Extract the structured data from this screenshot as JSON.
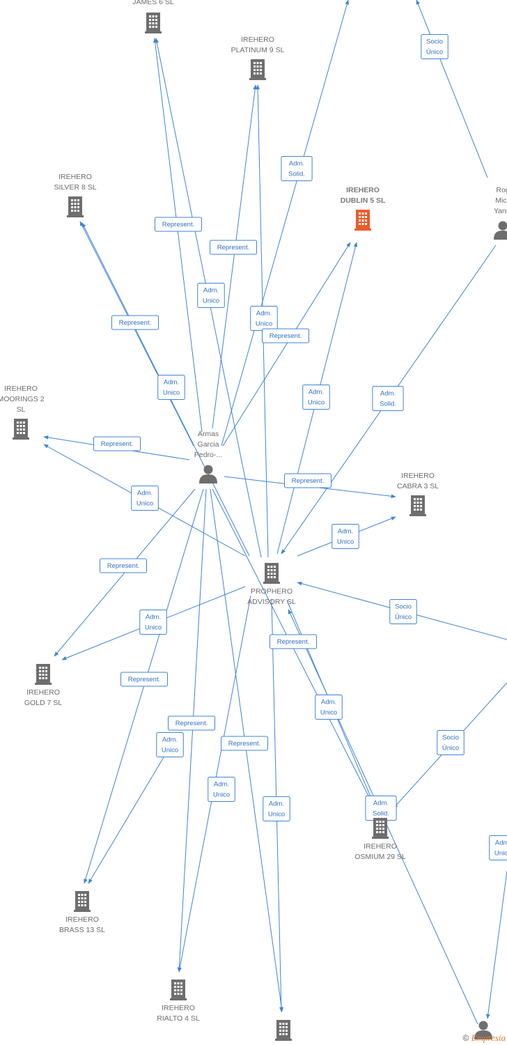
{
  "colors": {
    "edge": "#3f83d6",
    "company": "#6e6e6e",
    "highlight": "#ef5a2a",
    "person": "#6e6e6e"
  },
  "nodes": [
    {
      "id": "james6",
      "type": "company",
      "label": [
        "IREHERO",
        "JAMES 6  SL"
      ]
    },
    {
      "id": "platinum9",
      "type": "company",
      "label": [
        "IREHERO",
        "PLATINUM 9  SL"
      ]
    },
    {
      "id": "silver8",
      "type": "company",
      "label": [
        "IREHERO",
        "SILVER 8  SL"
      ]
    },
    {
      "id": "dublin5",
      "type": "company",
      "highlight": true,
      "label": [
        "IREHERO",
        "DUBLIN 5  SL"
      ]
    },
    {
      "id": "rog",
      "type": "person",
      "label": [
        "Rog",
        "Mick",
        "Yanni"
      ]
    },
    {
      "id": "moorings2",
      "type": "company",
      "label": [
        "IREHERO",
        "MOORINGS 2",
        "SL"
      ]
    },
    {
      "id": "armas",
      "type": "person",
      "label": [
        "Armas",
        "Garcia",
        "Pedro-..."
      ]
    },
    {
      "id": "cabra3",
      "type": "company",
      "label": [
        "IREHERO",
        "CABRA 3  SL"
      ]
    },
    {
      "id": "prophero",
      "type": "company",
      "label": [
        "PROPHERO",
        "ADVISORY  SL"
      ]
    },
    {
      "id": "gold7",
      "type": "company",
      "label": [
        "IREHERO",
        "GOLD 7  SL"
      ]
    },
    {
      "id": "osmium29",
      "type": "company",
      "label": [
        "IREHERO",
        "OSMIUM 29  SL"
      ]
    },
    {
      "id": "brass13",
      "type": "company",
      "label": [
        "IREHERO",
        "BRASS 13  SL"
      ]
    },
    {
      "id": "rialto4",
      "type": "company",
      "label": [
        "IREHERO",
        "RIALTO 4  SL"
      ]
    },
    {
      "id": "bottom_company",
      "type": "company",
      "label": []
    },
    {
      "id": "bottom_person",
      "type": "person",
      "label": []
    }
  ],
  "edges": [
    {
      "from": "armas",
      "to": "james6",
      "label": [
        "Represent."
      ]
    },
    {
      "from": "prophero",
      "to": "james6",
      "label": [
        "Adm.",
        "Unico"
      ]
    },
    {
      "from": "armas",
      "to": "platinum9",
      "label": [
        "Represent."
      ]
    },
    {
      "from": "prophero",
      "to": "platinum9",
      "label": [
        "Adm.",
        "Unico"
      ]
    },
    {
      "from": "armas",
      "to": "silver8",
      "label": [
        "Represent."
      ]
    },
    {
      "from": "prophero",
      "to": "silver8",
      "label": [
        "Adm.",
        "Unico"
      ]
    },
    {
      "from": "armas",
      "to": "dublin5",
      "label": [
        "Represent."
      ]
    },
    {
      "from": "prophero",
      "to": "dublin5",
      "label": [
        "Adm.",
        "Unico"
      ]
    },
    {
      "from": "armas",
      "to": "upper_company",
      "label": [
        "Adm.",
        "Solid."
      ]
    },
    {
      "from": "rog",
      "to": "upper_company",
      "label": [
        "Socio",
        "Único"
      ]
    },
    {
      "from": "rog",
      "to": "prophero",
      "label": [
        "Adm.",
        "Solid."
      ]
    },
    {
      "from": "armas",
      "to": "moorings2",
      "label": [
        "Represent."
      ]
    },
    {
      "from": "prophero",
      "to": "moorings2",
      "label": [
        "Adm.",
        "Unico"
      ]
    },
    {
      "from": "armas",
      "to": "cabra3",
      "label": [
        "Represent."
      ]
    },
    {
      "from": "prophero",
      "to": "cabra3",
      "label": [
        "Adm.",
        "Unico"
      ]
    },
    {
      "from": "right_entity",
      "to": "prophero",
      "label": [
        "Socio",
        "Único"
      ]
    },
    {
      "from": "armas",
      "to": "gold7",
      "label": [
        "Represent."
      ]
    },
    {
      "from": "prophero",
      "to": "gold7",
      "label": [
        "Adm.",
        "Unico"
      ]
    },
    {
      "from": "armas",
      "to": "brass13",
      "label": [
        "Represent."
      ]
    },
    {
      "from": "prophero",
      "to": "brass13",
      "label": [
        "Adm.",
        "Unico"
      ]
    },
    {
      "from": "armas",
      "to": "rialto4",
      "label": [
        "Represent."
      ]
    },
    {
      "from": "prophero",
      "to": "rialto4",
      "label": [
        "Adm.",
        "Unico"
      ]
    },
    {
      "from": "armas",
      "to": "bottom_company",
      "label": [
        "Represent."
      ]
    },
    {
      "from": "prophero",
      "to": "bottom_company",
      "label": [
        "Adm.",
        "Unico"
      ]
    },
    {
      "from": "armas",
      "to": "osmium29",
      "label": [
        "Represent."
      ]
    },
    {
      "from": "prophero",
      "to": "osmium29",
      "label": [
        "Adm.",
        "Unico"
      ]
    },
    {
      "from": "bottom_person",
      "to": "prophero",
      "label": [
        "Adm.",
        "Solid."
      ]
    },
    {
      "from": "right_entity",
      "to": "osmium29",
      "label": [
        "Socio",
        "Único"
      ]
    },
    {
      "from": "bottom_right",
      "to": "bottom_person",
      "label": [
        "Adm.",
        "Unico"
      ]
    }
  ],
  "footer": {
    "copyright": "©",
    "brand": "Empresia"
  }
}
